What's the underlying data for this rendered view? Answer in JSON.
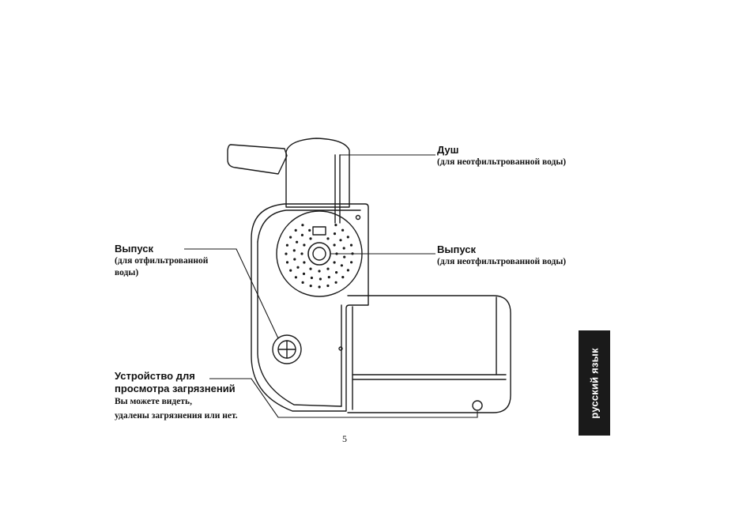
{
  "labels": {
    "shower": {
      "title": "Душ",
      "subtitle": "(для неотфильтрованной воды)"
    },
    "outlet_filtered": {
      "title": "Выпуск",
      "subtitle_line1": "(для отфильтрованной",
      "subtitle_line2": "воды)"
    },
    "outlet_unfiltered": {
      "title": "Выпуск",
      "subtitle": "(для неотфильтрованной воды)"
    },
    "contamination_viewer": {
      "title_line1": "Устройство для",
      "title_line2": "просмотра загрязнений",
      "desc_line1": "Вы можете видеть,",
      "desc_line2": "удалены загрязнения или нет."
    }
  },
  "page_number": "5",
  "side_tab": "русский язык"
}
